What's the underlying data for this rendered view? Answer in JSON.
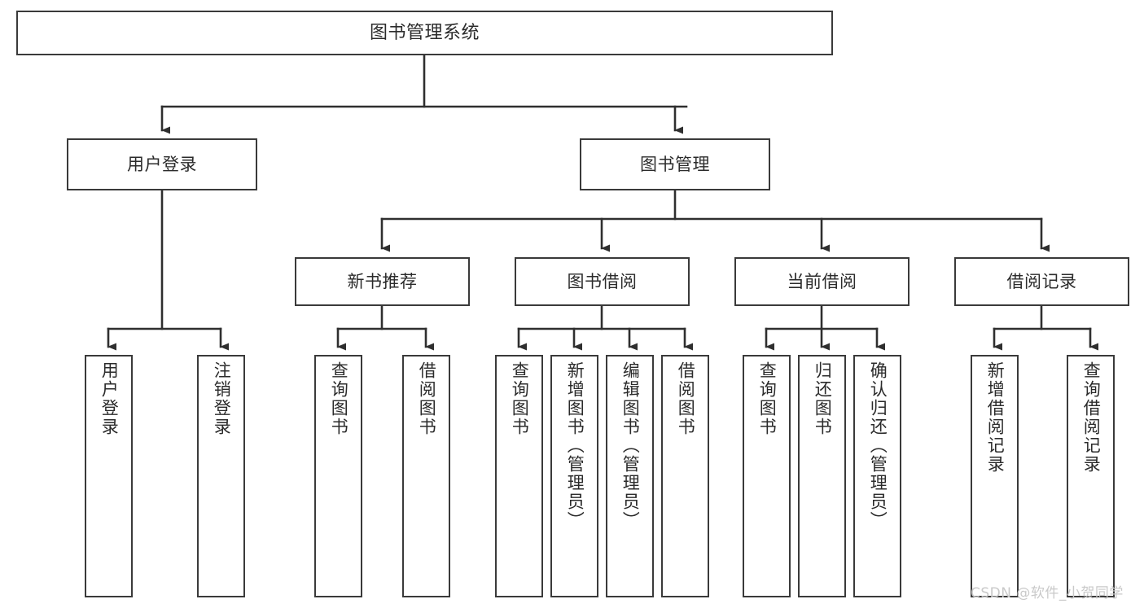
{
  "diagram": {
    "title": "图书管理系统",
    "type": "functional-decomposition-tree",
    "root": {
      "id": "root",
      "label": "图书管理系统"
    },
    "level2": [
      {
        "id": "user-login",
        "label": "用户登录"
      },
      {
        "id": "book-manage",
        "label": "图书管理"
      }
    ],
    "level3": [
      {
        "id": "new-book-rec",
        "label": "新书推荐",
        "parent": "book-manage"
      },
      {
        "id": "book-borrow",
        "label": "图书借阅",
        "parent": "book-manage"
      },
      {
        "id": "current-borrow",
        "label": "当前借阅",
        "parent": "book-manage"
      },
      {
        "id": "borrow-record",
        "label": "借阅记录",
        "parent": "book-manage"
      }
    ],
    "leaves": [
      {
        "id": "leaf-user-login",
        "label": "用户登录",
        "parent": "user-login"
      },
      {
        "id": "leaf-logout-login",
        "label": "注销登录",
        "parent": "user-login"
      },
      {
        "id": "leaf-query-book-1",
        "label": "查询图书",
        "parent": "new-book-rec"
      },
      {
        "id": "leaf-borrow-book-1",
        "label": "借阅图书",
        "parent": "new-book-rec"
      },
      {
        "id": "leaf-query-book-2",
        "label": "查询图书",
        "parent": "book-borrow"
      },
      {
        "id": "leaf-add-book",
        "label": "新增图书（管理员）",
        "parent": "book-borrow"
      },
      {
        "id": "leaf-edit-book",
        "label": "编辑图书（管理员）",
        "parent": "book-borrow"
      },
      {
        "id": "leaf-borrow-book-2",
        "label": "借阅图书",
        "parent": "book-borrow"
      },
      {
        "id": "leaf-query-book-3",
        "label": "查询图书",
        "parent": "current-borrow"
      },
      {
        "id": "leaf-return-book",
        "label": "归还图书",
        "parent": "current-borrow"
      },
      {
        "id": "leaf-confirm-return",
        "label": "确认归还（管理员）",
        "parent": "current-borrow"
      },
      {
        "id": "leaf-add-record",
        "label": "新增借阅记录",
        "parent": "borrow-record"
      },
      {
        "id": "leaf-query-record",
        "label": "查询借阅记录",
        "parent": "borrow-record"
      }
    ]
  },
  "watermark": {
    "text": "CSDN @软件_小贺同学"
  },
  "colors": {
    "stroke": "#3a3a3a",
    "background": "#ffffff",
    "text": "#2b2b2b",
    "watermark": "#c9c9c9"
  }
}
